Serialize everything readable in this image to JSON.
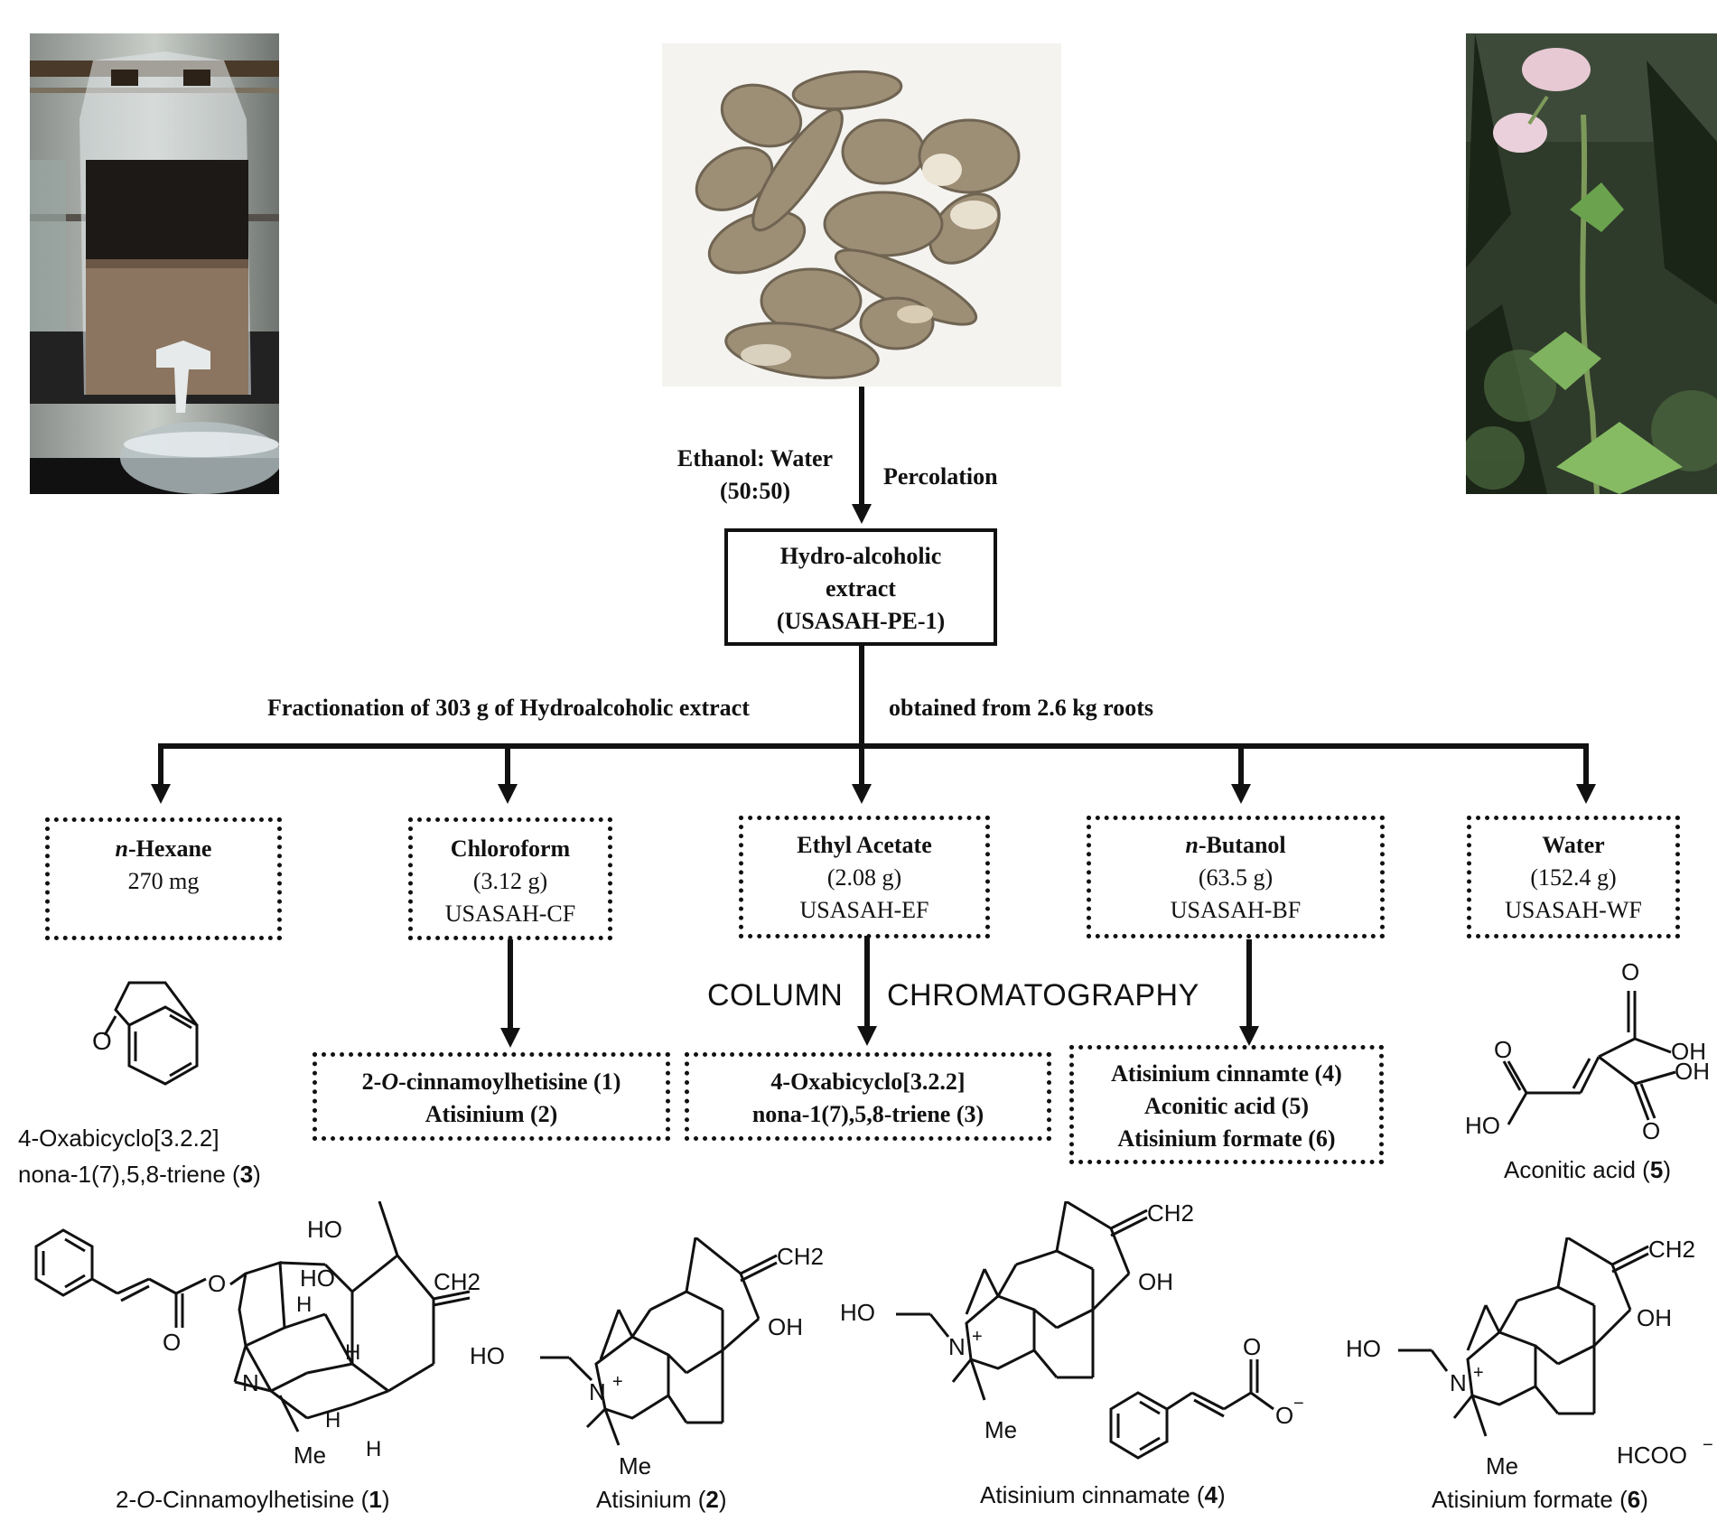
{
  "photos": {
    "left": {
      "icon": "percolator-jar-photo"
    },
    "center": {
      "icon": "dried-roots-photo"
    },
    "right": {
      "icon": "flowering-plant-photo"
    }
  },
  "top_labels": {
    "solvent_line1": "Ethanol: Water",
    "solvent_line2": "(50:50)",
    "method": "Percolation"
  },
  "extract_box": {
    "line1": "Hydro-alcoholic",
    "line2": "extract",
    "line3": "(USASAH-PE-1)"
  },
  "fractionation": {
    "left_text": "Fractionation of 303 g of Hydroalcoholic extract",
    "right_text": "obtained from 2.6 kg roots"
  },
  "fractions": [
    {
      "prefix": "n",
      "name": "-Hexane",
      "amount": "270 mg",
      "code": ""
    },
    {
      "prefix": "",
      "name": "Chloroform",
      "amount": "(3.12 g)",
      "code": "USASAH-CF"
    },
    {
      "prefix": "",
      "name": "Ethyl Acetate",
      "amount": "(2.08 g)",
      "code": "USASAH-EF"
    },
    {
      "prefix": "n",
      "name": "-Butanol",
      "amount": "(63.5 g)",
      "code": "USASAH-BF"
    },
    {
      "prefix": "",
      "name": "Water",
      "amount": "(152.4 g)",
      "code": "USASAH-WF"
    }
  ],
  "column_chromatography": {
    "left": "COLUMN",
    "right": "CHROMATOGRAPHY"
  },
  "isolated": {
    "cf": {
      "line1_a": "2-",
      "line1_b": "O",
      "line1_c": "-cinnamoylhetisine (1)",
      "line2": "Atisinium (2)"
    },
    "ef": {
      "line1": "4-Oxabicyclo[3.2.2]",
      "line2": "nona-1(7),5,8-triene (3)"
    },
    "bf": {
      "line1": "Atisinium cinnamte (4)",
      "line2": "Aconitic acid (5)",
      "line3": "Atisinium formate (6)"
    }
  },
  "structures": {
    "oxabicyclo": {
      "label_line1": "4-Oxabicyclo[3.2.2]",
      "label_line2_a": "nona-1(7),5,8-triene (",
      "num": "3",
      "close": ")",
      "atom_o": "O"
    },
    "aconitic": {
      "label_a": "Aconitic acid (",
      "num": "5",
      "close": ")",
      "oh1": "OH",
      "oh2": "OH",
      "ho": "HO",
      "o1": "O",
      "o2": "O",
      "o3": "O"
    },
    "cinnamoylhetisine": {
      "label_a": "2-",
      "label_b": "O",
      "label_c": "-Cinnamoylhetisine (",
      "num": "1",
      "close": ")",
      "ho1": "HO",
      "ho2": "HO",
      "ch2": "CH2",
      "n": "N",
      "me": "Me",
      "h": "H",
      "o": "O"
    },
    "atisinium": {
      "label_a": "Atisinium (",
      "num": "2",
      "close": ")",
      "ho": "HO",
      "oh": "OH",
      "ch2": "CH2",
      "n": "N",
      "plus": "+",
      "me": "Me"
    },
    "atisinium_cinnamate": {
      "label_a": "Atisinium cinnamate (",
      "num": "4",
      "close": ")",
      "ho": "HO",
      "oh": "OH",
      "ch2": "CH2",
      "n": "N",
      "plus": "+",
      "me": "Me",
      "o1": "O",
      "o2": "O",
      "minus": "−"
    },
    "atisinium_formate": {
      "label_a": "Atisinium formate (",
      "num": "6",
      "close": ")",
      "ho": "HO",
      "oh": "OH",
      "ch2": "CH2",
      "n": "N",
      "plus": "+",
      "me": "Me",
      "formate": "HCOO"
    }
  }
}
